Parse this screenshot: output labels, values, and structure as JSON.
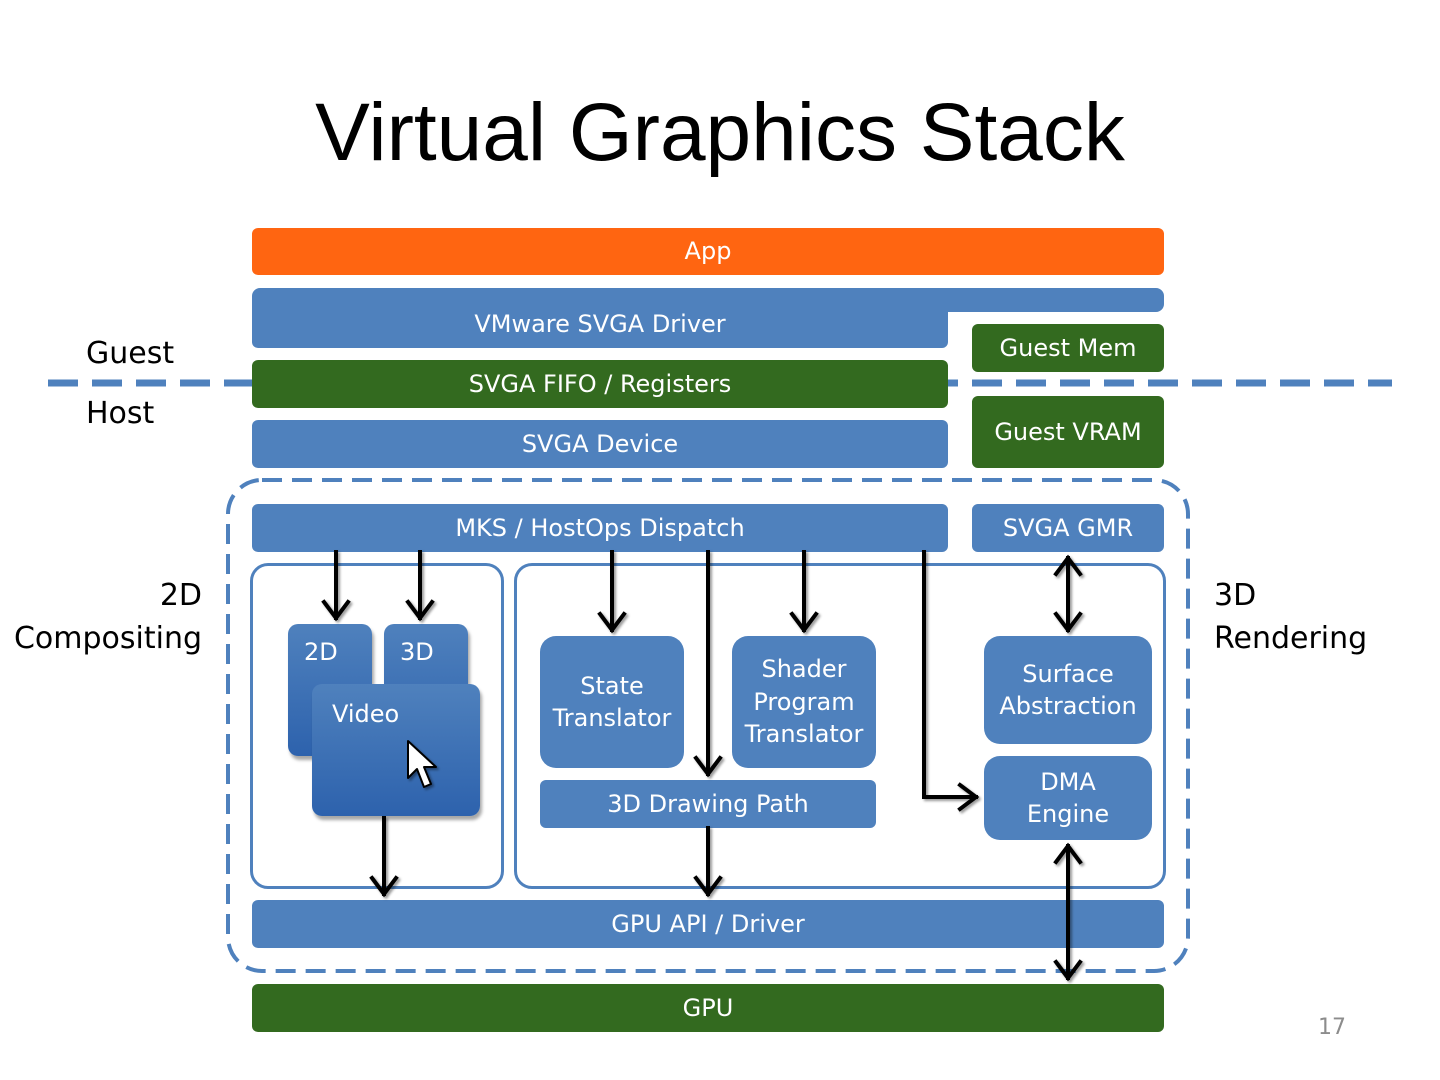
{
  "title": "Virtual Graphics Stack",
  "labels": {
    "guest": "Guest",
    "host": "Host",
    "compositing_2d": [
      "2D",
      "Compositing"
    ],
    "rendering_3d": [
      "3D",
      "Rendering"
    ]
  },
  "boxes": {
    "app": "App",
    "vmware_svga_driver": "VMware SVGA Driver",
    "guest_mem": "Guest Mem",
    "svga_fifo_registers": "SVGA FIFO / Registers",
    "svga_device": "SVGA Device",
    "guest_vram": "Guest VRAM",
    "mks_hostops_dispatch": "MKS / HostOps Dispatch",
    "svga_gmr": "SVGA GMR",
    "card_2d": "2D",
    "card_3d": "3D",
    "card_video": "Video",
    "state_translator": [
      "State",
      "Translator"
    ],
    "shader_program_translator": [
      "Shader",
      "Program",
      "Translator"
    ],
    "surface_abstraction": [
      "Surface",
      "Abstraction"
    ],
    "dma_engine": [
      "DMA",
      "Engine"
    ],
    "drawing_path_3d": "3D Drawing Path",
    "gpu_api_driver": "GPU API / Driver",
    "gpu": "GPU"
  },
  "page_number": "17",
  "colors": {
    "blue": "#4f81bd",
    "green": "#336a1f",
    "orange": "#ff6511",
    "divider": "#4f81bd"
  }
}
